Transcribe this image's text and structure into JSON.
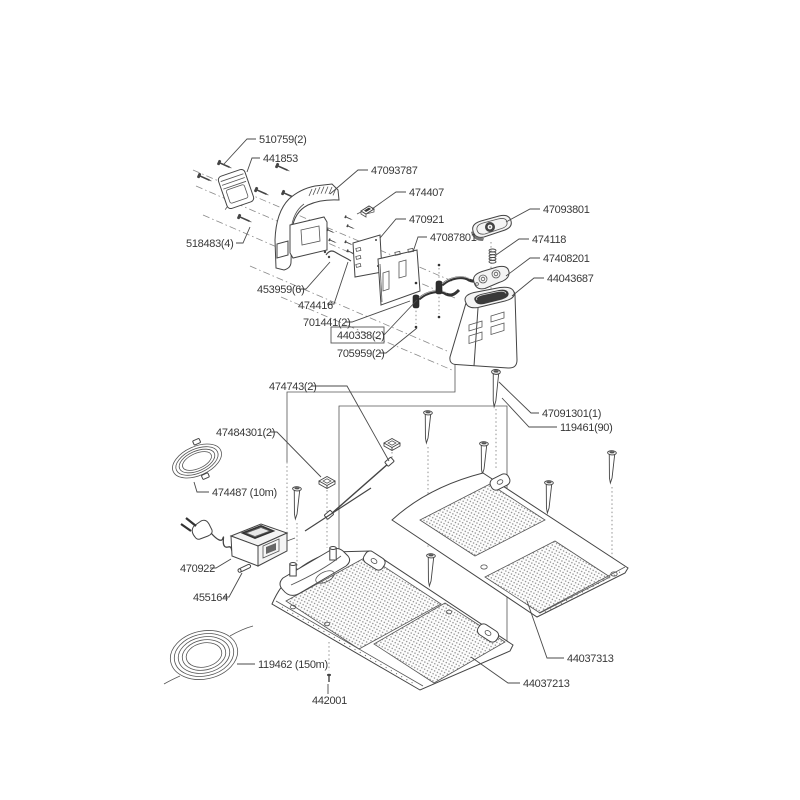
{
  "diagram": {
    "kind": "exploded-parts-diagram",
    "colors": {
      "line": "#444444",
      "text": "#383838",
      "background": "#ffffff",
      "mesh_dot": "#8f8f8f",
      "dark_fill": "#3a3a3a"
    },
    "labels": {
      "l510759": "510759(2)",
      "l441853": "441853",
      "l47093787": "47093787",
      "l474407": "474407",
      "l470921": "470921",
      "l47087801": "47087801",
      "l47093801": "47093801",
      "l474118": "474118",
      "l47408201": "47408201",
      "l44043687": "44043687",
      "l518483": "518483(4)",
      "l453959": "453959(6)",
      "l474416": "474416",
      "l701441": "701441(2)",
      "l440338": "440338(2)",
      "l705959": "705959(2)",
      "l474743": "474743(2)",
      "l47091301": "47091301(1)",
      "l119461": "119461(90)",
      "l47484301": "47484301(2)",
      "l474487": "474487 (10m)",
      "l470922": "470922",
      "l455164": "455164",
      "l119462": "119462 (150m)",
      "l442001": "442001",
      "l44037313": "44037313",
      "l44037213": "44037213"
    }
  }
}
